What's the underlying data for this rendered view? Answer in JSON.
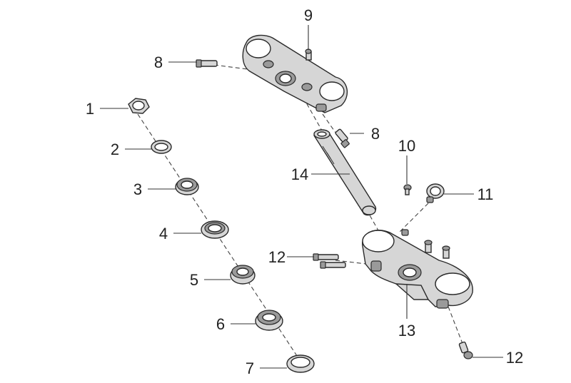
{
  "callouts": {
    "c1": "1",
    "c2": "2",
    "c3": "3",
    "c4": "4",
    "c5": "5",
    "c6": "6",
    "c7": "7",
    "c8a": "8",
    "c8b": "8",
    "c9": "9",
    "c10": "10",
    "c11": "11",
    "c12a": "12",
    "c12b": "12",
    "c13": "13",
    "c14": "14"
  },
  "colors": {
    "part_fill": "#d6d6d6",
    "part_dark": "#9a9a9a",
    "outline": "#2a2a2a"
  }
}
